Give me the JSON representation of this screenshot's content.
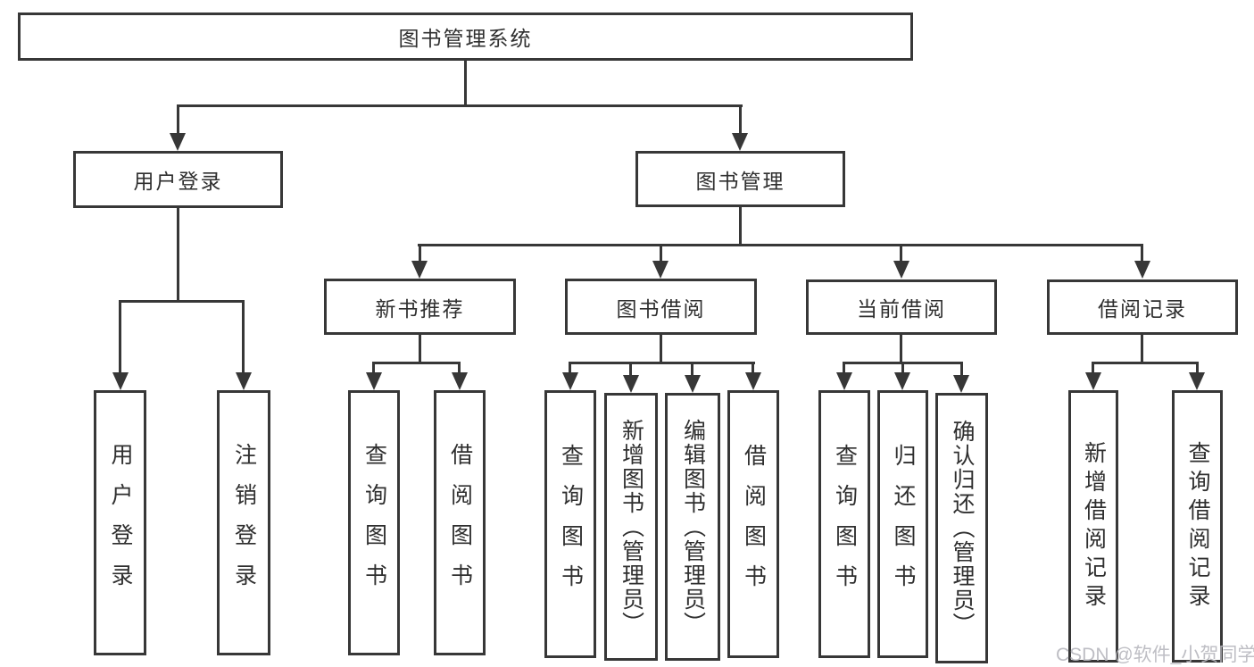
{
  "diagram": {
    "root": {
      "label": "图书管理系统"
    },
    "branches": [
      {
        "label": "用户登录",
        "children": [
          {
            "label": "用户登录"
          },
          {
            "label": "注销登录"
          }
        ]
      },
      {
        "label": "图书管理",
        "children": [
          {
            "label": "新书推荐",
            "children": [
              {
                "label": "查询图书"
              },
              {
                "label": "借阅图书"
              }
            ]
          },
          {
            "label": "图书借阅",
            "children": [
              {
                "label": "查询图书"
              },
              {
                "label": "新增图书（管理员）"
              },
              {
                "label": "编辑图书（管理员）"
              },
              {
                "label": "借阅图书"
              }
            ]
          },
          {
            "label": "当前借阅",
            "children": [
              {
                "label": "查询图书"
              },
              {
                "label": "归还图书"
              },
              {
                "label": "确认归还（管理员）"
              }
            ]
          },
          {
            "label": "借阅记录",
            "children": [
              {
                "label": "新增借阅记录"
              },
              {
                "label": "查询借阅记录"
              }
            ]
          }
        ]
      }
    ],
    "watermark": "CSDN @软件_小贺同学",
    "colors": {
      "line": "#373737",
      "box_border": "#373737",
      "box_bg": "#ffffff",
      "text": "#2f2f2f",
      "watermark": "#b9b9bf"
    }
  }
}
